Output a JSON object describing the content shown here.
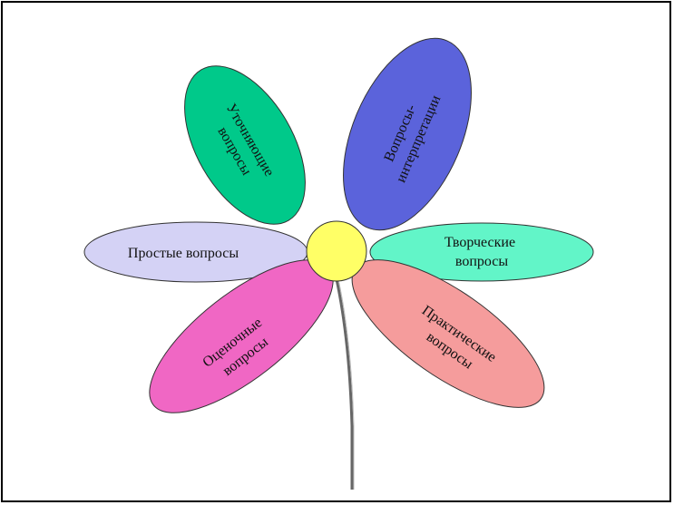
{
  "diagram": {
    "center": {
      "color": "#FFFF66"
    },
    "stem": {
      "color": "#666666"
    },
    "petals": [
      {
        "id": "clarifying",
        "lines": [
          "Уточняющие",
          "вопросы"
        ],
        "color": "#00C98A"
      },
      {
        "id": "interpretation",
        "lines": [
          "Вопросы-",
          "интерпретации"
        ],
        "color": "#5B63DB"
      },
      {
        "id": "simple",
        "lines": [
          "Простые вопросы"
        ],
        "color": "#D4D2F5"
      },
      {
        "id": "creative",
        "lines": [
          "Творческие",
          "вопросы"
        ],
        "color": "#62F5C8"
      },
      {
        "id": "evaluative",
        "lines": [
          "Оценочные",
          "вопросы"
        ],
        "color": "#F067C4"
      },
      {
        "id": "practical",
        "lines": [
          "Практические",
          "вопросы"
        ],
        "color": "#F59C9C"
      }
    ]
  }
}
